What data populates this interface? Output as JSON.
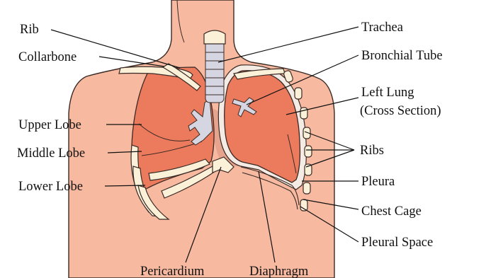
{
  "labels": {
    "rib": "Rib",
    "collarbone": "Collarbone",
    "upper_lobe": "Upper Lobe",
    "middle_lobe": "Middle Lobe",
    "lower_lobe": "Lower Lobe",
    "pericardium": "Pericardium",
    "diaphragm": "Diaphragm",
    "trachea": "Trachea",
    "bronchial_tube": "Bronchial Tube",
    "left_lung_line1": "Left Lung",
    "left_lung_line2": "(Cross Section)",
    "ribs": "Ribs",
    "pleura": "Pleura",
    "chest_cage": "Chest Cage",
    "pleural_space": "Pleural Space"
  },
  "colors": {
    "skin": "#f7b9a0",
    "lung": "#ec7a5c",
    "bone": "#fbf0d8",
    "airway": "#d6d6e2",
    "outline": "#3a2a25"
  }
}
